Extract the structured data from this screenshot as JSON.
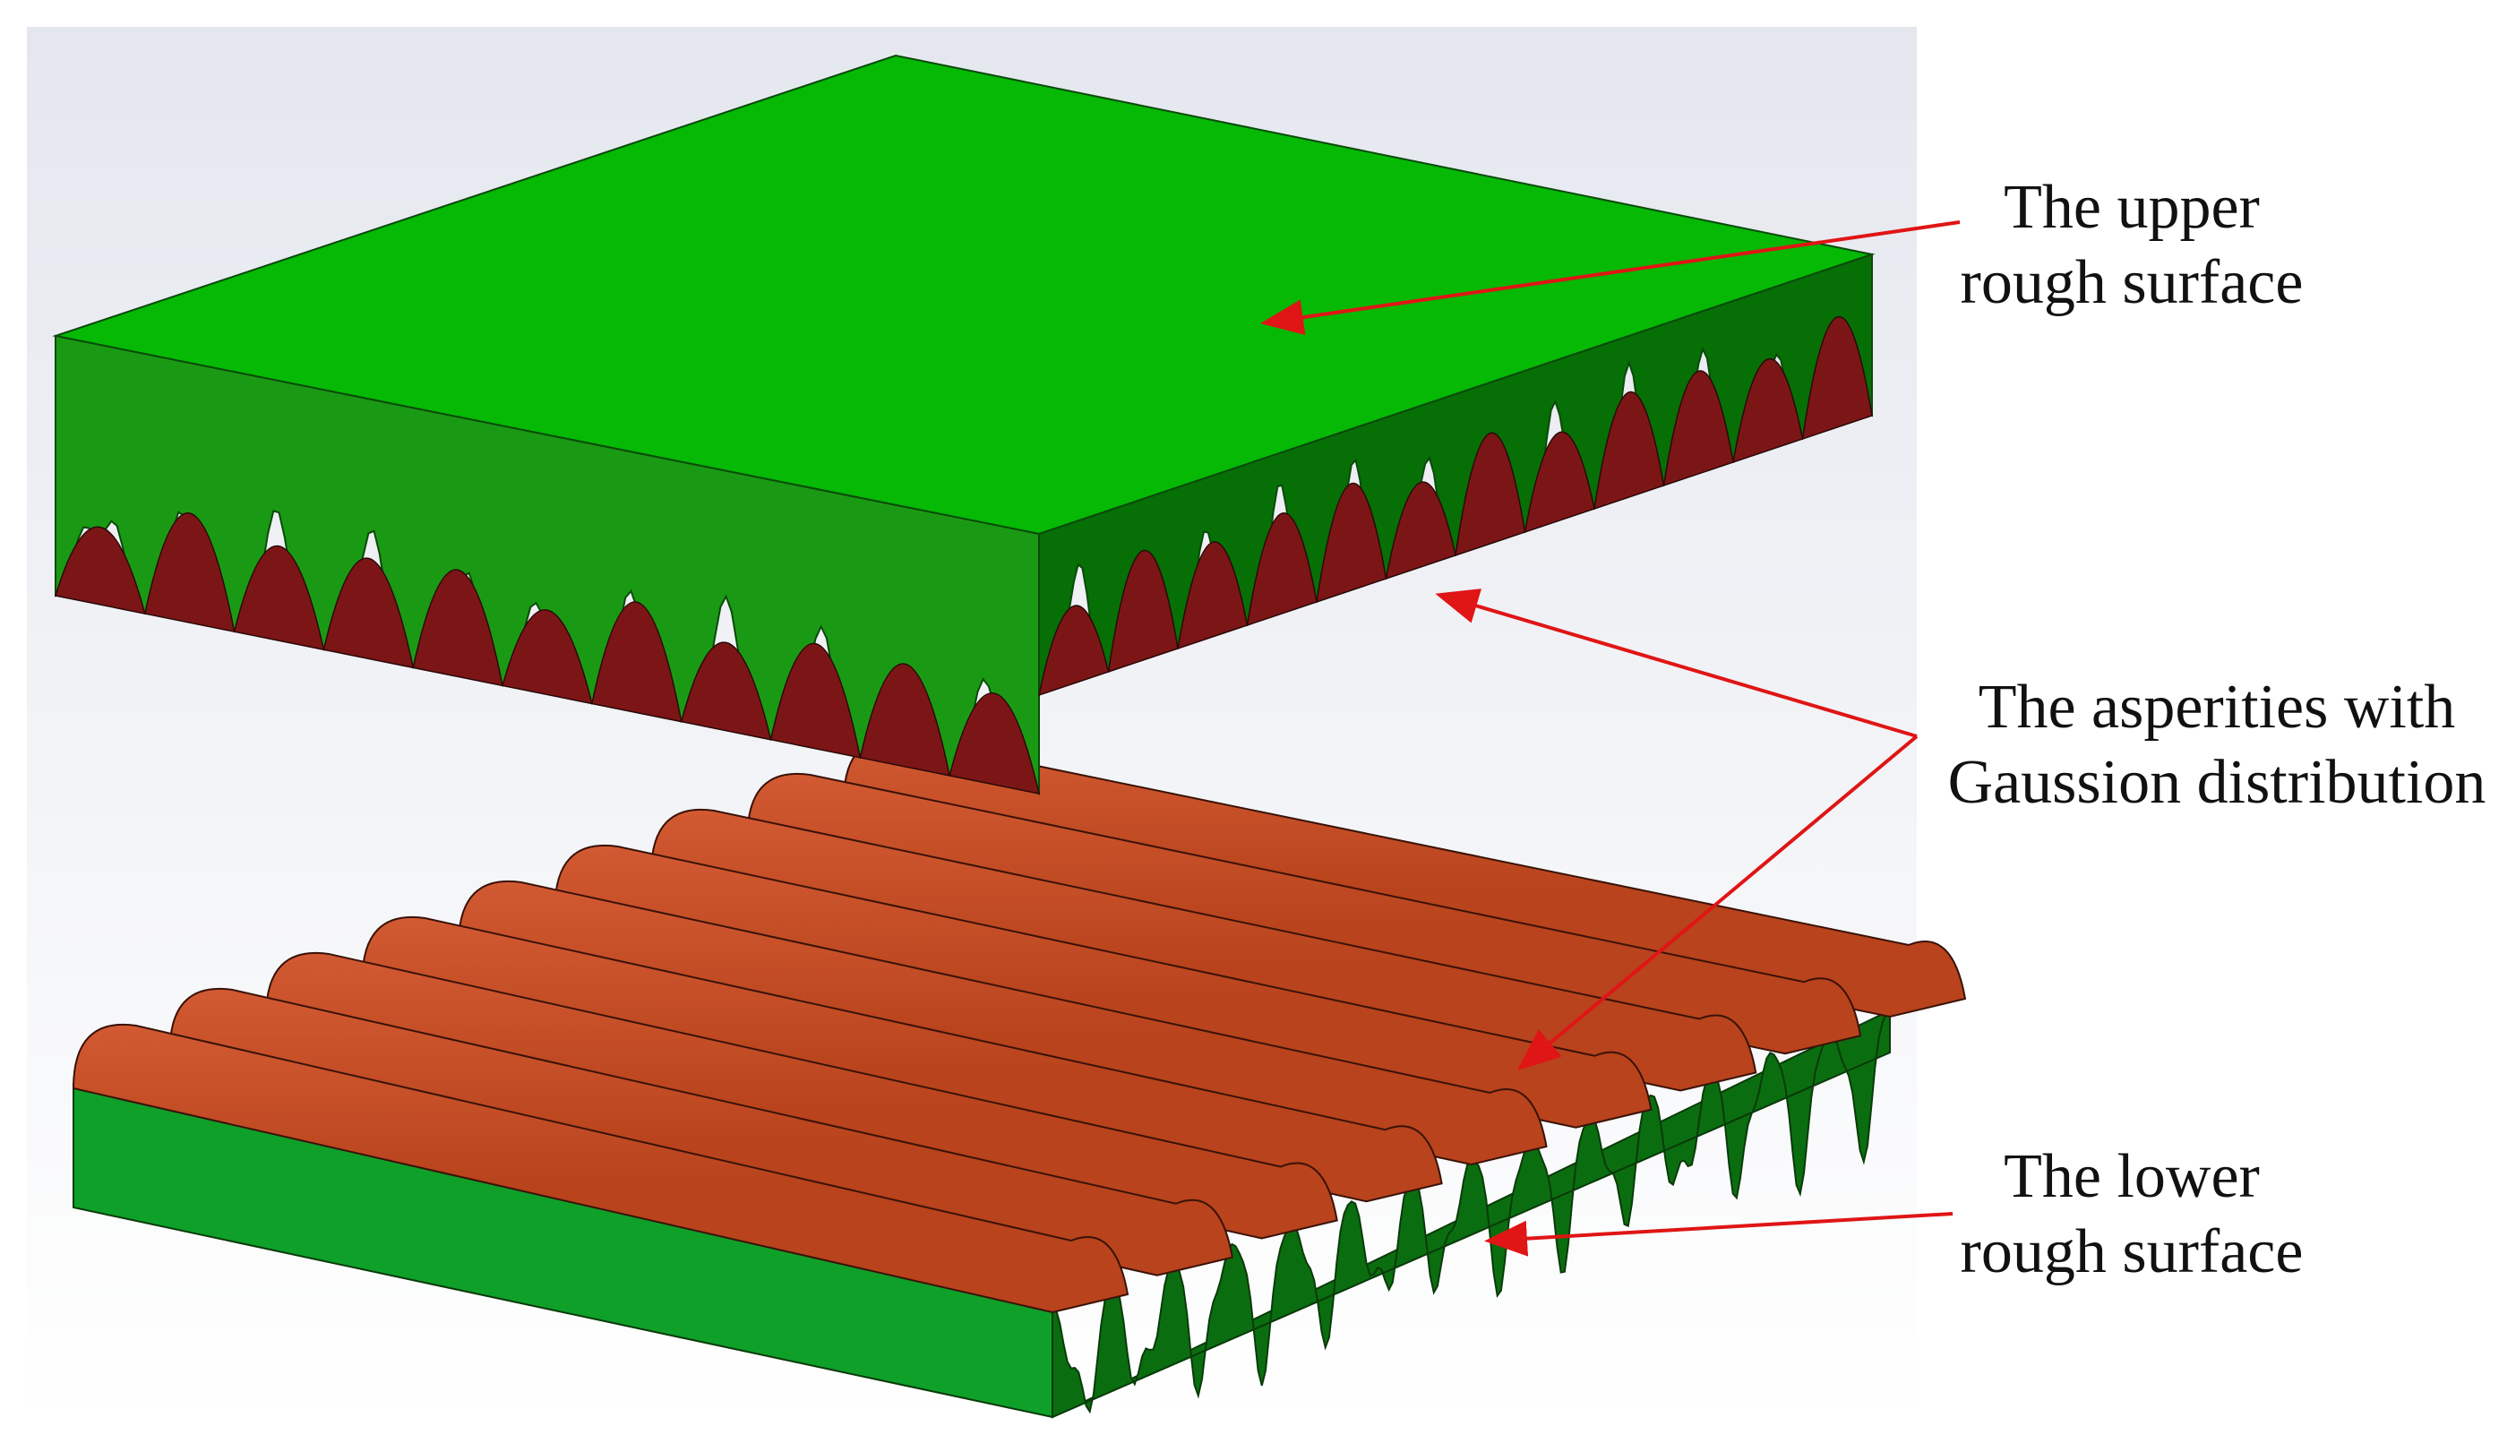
{
  "labels": {
    "upper_surface": {
      "line1": "The upper",
      "line2": "rough surface"
    },
    "asperities": {
      "line1": "The asperities with",
      "line2": "Gaussion distribution"
    },
    "lower_surface": {
      "line1": "The lower",
      "line2": "rough surface"
    }
  },
  "colors": {
    "upper_top": "#05b905",
    "upper_front": "#1a9a14",
    "upper_right": "#066f06",
    "upper_asperity": "#7c1616",
    "lower_front": "#0fa02a",
    "lower_right": "#0a6e10",
    "lower_ridge": "#b8431c",
    "lower_ridge_highlight": "#d25a32",
    "arrow": "#e01515",
    "backdrop_top": "#e4e7ee",
    "backdrop_bottom": "#ffffff"
  },
  "icons": {
    "arrows": "red-arrow-icon"
  }
}
